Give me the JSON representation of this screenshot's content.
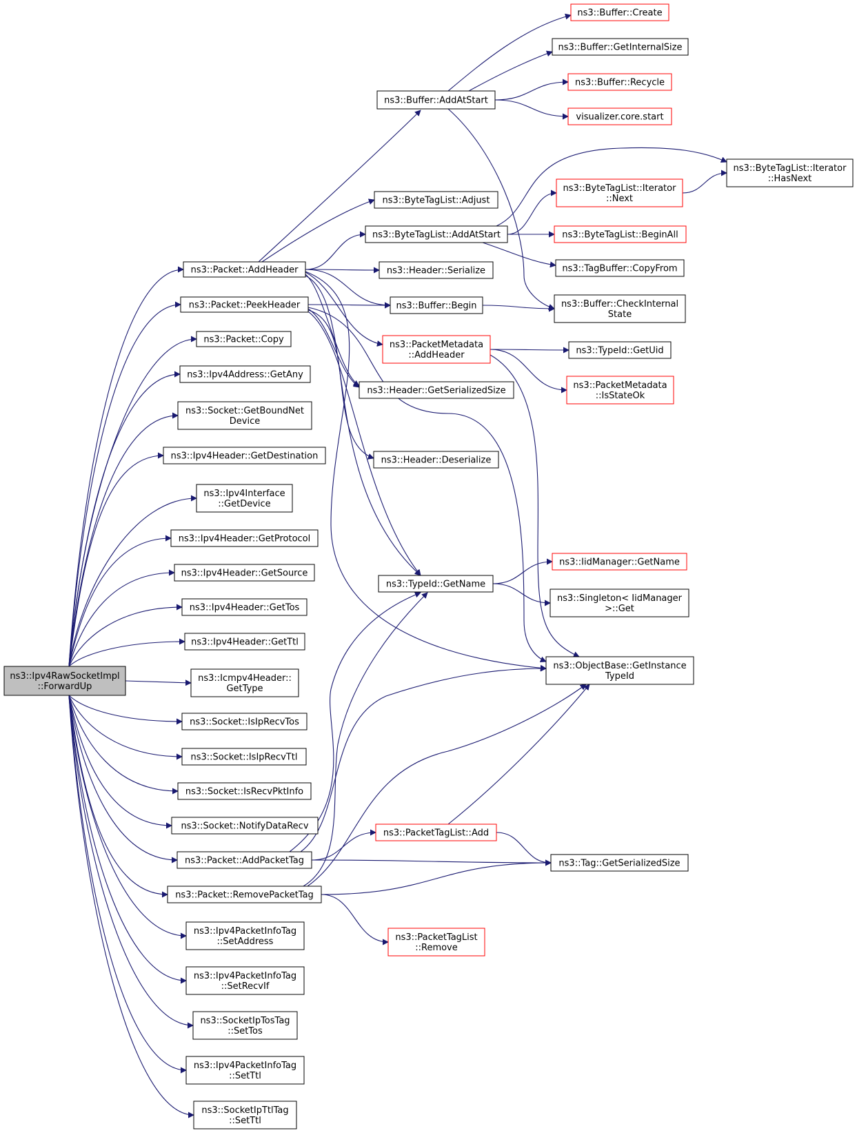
{
  "colors": {
    "edge": "#191970",
    "node_border": "#000000",
    "node_linked_border": "#ff0000",
    "root_fill": "#bfbfbf",
    "background": "#ffffff"
  },
  "nodes": [
    {
      "id": "root",
      "lines": [
        "ns3::Ipv4RawSocketImpl",
        "::ForwardUp"
      ],
      "variant": "root"
    },
    {
      "id": "add_header",
      "lines": [
        "ns3::Packet::AddHeader"
      ],
      "variant": "normal"
    },
    {
      "id": "peek_header",
      "lines": [
        "ns3::Packet::PeekHeader"
      ],
      "variant": "normal"
    },
    {
      "id": "copy",
      "lines": [
        "ns3::Packet::Copy"
      ],
      "variant": "normal"
    },
    {
      "id": "get_any",
      "lines": [
        "ns3::Ipv4Address::GetAny"
      ],
      "variant": "normal"
    },
    {
      "id": "bound_net",
      "lines": [
        "ns3::Socket::GetBoundNet",
        "Device"
      ],
      "variant": "normal"
    },
    {
      "id": "get_dest",
      "lines": [
        "ns3::Ipv4Header::GetDestination"
      ],
      "variant": "normal"
    },
    {
      "id": "iface_dev",
      "lines": [
        "ns3::Ipv4Interface",
        "::GetDevice"
      ],
      "variant": "normal"
    },
    {
      "id": "get_proto",
      "lines": [
        "ns3::Ipv4Header::GetProtocol"
      ],
      "variant": "normal"
    },
    {
      "id": "get_src",
      "lines": [
        "ns3::Ipv4Header::GetSource"
      ],
      "variant": "normal"
    },
    {
      "id": "get_tos",
      "lines": [
        "ns3::Ipv4Header::GetTos"
      ],
      "variant": "normal"
    },
    {
      "id": "get_ttl",
      "lines": [
        "ns3::Ipv4Header::GetTtl"
      ],
      "variant": "normal"
    },
    {
      "id": "icmp_type",
      "lines": [
        "ns3::Icmpv4Header::",
        "GetType"
      ],
      "variant": "normal"
    },
    {
      "id": "recv_tos",
      "lines": [
        "ns3::Socket::IsIpRecvTos"
      ],
      "variant": "normal"
    },
    {
      "id": "recv_ttl",
      "lines": [
        "ns3::Socket::IsIpRecvTtl"
      ],
      "variant": "normal"
    },
    {
      "id": "recv_pkt",
      "lines": [
        "ns3::Socket::IsRecvPktInfo"
      ],
      "variant": "normal"
    },
    {
      "id": "notify",
      "lines": [
        "ns3::Socket::NotifyDataRecv"
      ],
      "variant": "normal"
    },
    {
      "id": "add_ptag",
      "lines": [
        "ns3::Packet::AddPacketTag"
      ],
      "variant": "normal"
    },
    {
      "id": "rm_ptag",
      "lines": [
        "ns3::Packet::RemovePacketTag"
      ],
      "variant": "normal"
    },
    {
      "id": "set_addr",
      "lines": [
        "ns3::Ipv4PacketInfoTag",
        "::SetAddress"
      ],
      "variant": "normal"
    },
    {
      "id": "set_recvif",
      "lines": [
        "ns3::Ipv4PacketInfoTag",
        "::SetRecvIf"
      ],
      "variant": "normal"
    },
    {
      "id": "set_tos",
      "lines": [
        "ns3::SocketIpTosTag",
        "::SetTos"
      ],
      "variant": "normal"
    },
    {
      "id": "set_ttl_pi",
      "lines": [
        "ns3::Ipv4PacketInfoTag",
        "::SetTtl"
      ],
      "variant": "normal"
    },
    {
      "id": "set_ttl_sk",
      "lines": [
        "ns3::SocketIpTtlTag",
        "::SetTtl"
      ],
      "variant": "normal"
    },
    {
      "id": "buf_add_start",
      "lines": [
        "ns3::Buffer::AddAtStart"
      ],
      "variant": "normal"
    },
    {
      "id": "btl_adjust",
      "lines": [
        "ns3::ByteTagList::Adjust"
      ],
      "variant": "normal"
    },
    {
      "id": "btl_add_start",
      "lines": [
        "ns3::ByteTagList::AddAtStart"
      ],
      "variant": "normal"
    },
    {
      "id": "hdr_serialize",
      "lines": [
        "ns3::Header::Serialize"
      ],
      "variant": "normal"
    },
    {
      "id": "buf_begin",
      "lines": [
        "ns3::Buffer::Begin"
      ],
      "variant": "normal"
    },
    {
      "id": "pm_add_header",
      "lines": [
        "ns3::PacketMetadata",
        "::AddHeader"
      ],
      "variant": "linked"
    },
    {
      "id": "hdr_ser_size",
      "lines": [
        "ns3::Header::GetSerializedSize"
      ],
      "variant": "normal"
    },
    {
      "id": "hdr_deser",
      "lines": [
        "ns3::Header::Deserialize"
      ],
      "variant": "normal"
    },
    {
      "id": "typeid_name",
      "lines": [
        "ns3::TypeId::GetName"
      ],
      "variant": "normal"
    },
    {
      "id": "ptl_add",
      "lines": [
        "ns3::PacketTagList::Add"
      ],
      "variant": "linked"
    },
    {
      "id": "ptl_remove",
      "lines": [
        "ns3::PacketTagList",
        "::Remove"
      ],
      "variant": "linked"
    },
    {
      "id": "buf_create",
      "lines": [
        "ns3::Buffer::Create"
      ],
      "variant": "linked"
    },
    {
      "id": "buf_internal",
      "lines": [
        "ns3::Buffer::GetInternalSize"
      ],
      "variant": "normal"
    },
    {
      "id": "buf_recycle",
      "lines": [
        "ns3::Buffer::Recycle"
      ],
      "variant": "linked"
    },
    {
      "id": "vis_start",
      "lines": [
        "visualizer.core.start"
      ],
      "variant": "linked"
    },
    {
      "id": "btl_it_next",
      "lines": [
        "ns3::ByteTagList::Iterator",
        "::Next"
      ],
      "variant": "linked"
    },
    {
      "id": "btl_begin_all",
      "lines": [
        "ns3::ByteTagList::BeginAll"
      ],
      "variant": "linked"
    },
    {
      "id": "tagbuf_copy",
      "lines": [
        "ns3::TagBuffer::CopyFrom"
      ],
      "variant": "normal"
    },
    {
      "id": "buf_check",
      "lines": [
        "ns3::Buffer::CheckInternal",
        "State"
      ],
      "variant": "normal"
    },
    {
      "id": "typeid_uid",
      "lines": [
        "ns3::TypeId::GetUid"
      ],
      "variant": "normal"
    },
    {
      "id": "pm_state_ok",
      "lines": [
        "ns3::PacketMetadata",
        "::IsStateOk"
      ],
      "variant": "linked"
    },
    {
      "id": "iid_name",
      "lines": [
        "ns3::IidManager::GetName"
      ],
      "variant": "linked"
    },
    {
      "id": "singleton",
      "lines": [
        "ns3::Singleton< IidManager",
        ">::Get"
      ],
      "variant": "normal"
    },
    {
      "id": "obj_typeid",
      "lines": [
        "ns3::ObjectBase::GetInstance",
        "TypeId"
      ],
      "variant": "normal"
    },
    {
      "id": "tag_ser_size",
      "lines": [
        "ns3::Tag::GetSerializedSize"
      ],
      "variant": "normal"
    },
    {
      "id": "btl_it_hasnext",
      "lines": [
        "ns3::ByteTagList::Iterator",
        "::HasNext"
      ],
      "variant": "normal"
    }
  ]
}
